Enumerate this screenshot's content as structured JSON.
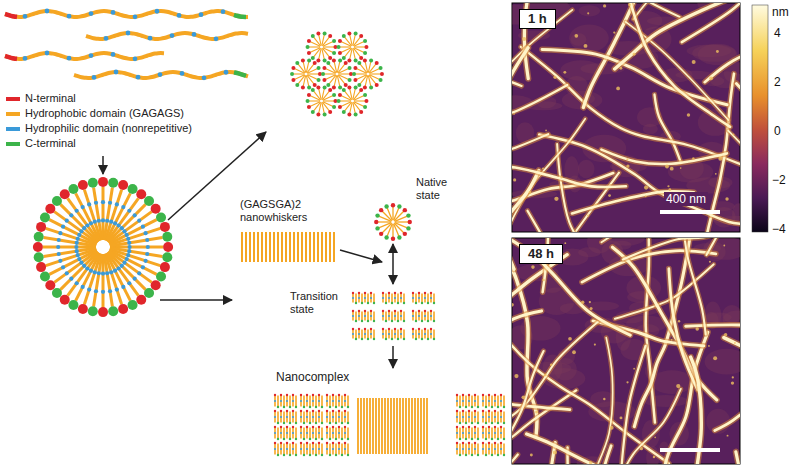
{
  "diagram": {
    "nodes": [
      {
        "text": [
          "(GAGSGA)2 nanowhiskers"
        ]
      },
      {
        "text": [
          "Native state"
        ]
      },
      {
        "text": [
          "Transition state"
        ]
      },
      {
        "text": [
          "Nanocomplex"
        ]
      },
      {
        "text": [
          "1 h"
        ]
      },
      {
        "text": [
          "48 h"
        ]
      }
    ],
    "edges": [
      {
        "from": 1,
        "to": 2,
        "arrow": "both"
      },
      {
        "from": 2,
        "to": 3,
        "arrow": "to"
      }
    ],
    "labels": [
      "400 nm",
      "nm",
      "4",
      "2",
      "0",
      "−2",
      "−4"
    ],
    "legend": [
      {
        "text": "N-terminal",
        "color": "#e0262b"
      },
      {
        "text": "Hydrophobic domain (GAGAGS)",
        "color": "#f5a623"
      },
      {
        "text": "Hydrophilic domain (nonrepetitive)",
        "color": "#3a9ad9"
      },
      {
        "text": "C-terminal",
        "color": "#3cb44a"
      }
    ]
  }
}
